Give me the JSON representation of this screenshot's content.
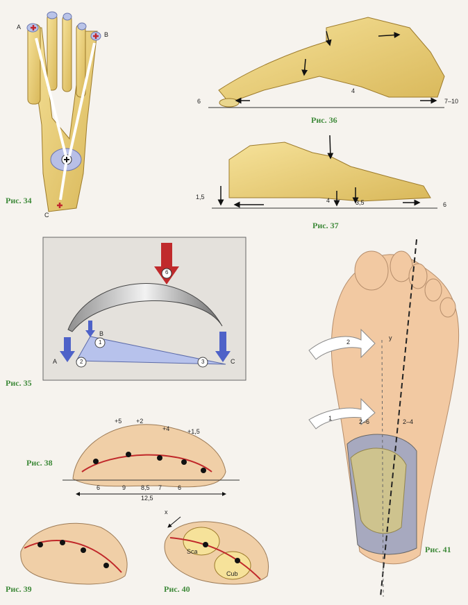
{
  "captions": {
    "fig34": "Рис. 34",
    "fig35": "Рис. 35",
    "fig36": "Рис. 36",
    "fig37": "Рис. 37",
    "fig38": "Рис. 38",
    "fig39": "Рис. 39",
    "fig40": "Рис. 40",
    "fig41": "Рис. 41"
  },
  "fig34": {
    "a": "A",
    "b": "B",
    "c": "C"
  },
  "fig36": {
    "left": "6",
    "mid": "4",
    "right": "7–10"
  },
  "fig37": {
    "left": "1,5",
    "mid1": "4",
    "mid2": "3,5",
    "right": "6"
  },
  "fig35": {
    "n6": "6",
    "b": "B",
    "n1": "1",
    "a": "A",
    "n2": "2",
    "n3": "3",
    "c": "C"
  },
  "fig41": {
    "arrow2": "2",
    "arrow1": "1",
    "y": "y",
    "r26": "2–6",
    "r24": "2–4"
  },
  "fig38": {
    "top": [
      "+5",
      "+2",
      "+4",
      "+1,5"
    ],
    "bottom": [
      "6",
      "9",
      "8,5",
      "7",
      "6"
    ],
    "total": "12,5"
  },
  "fig40": {
    "x": "x",
    "sca": "Sca",
    "cub": "Cub"
  },
  "colors": {
    "caption": "#3f8a3a",
    "bone": "#f6e29a",
    "force_red": "#c02a2c",
    "force_blue": "#4e62c8",
    "skin": "#f2c9a2"
  }
}
